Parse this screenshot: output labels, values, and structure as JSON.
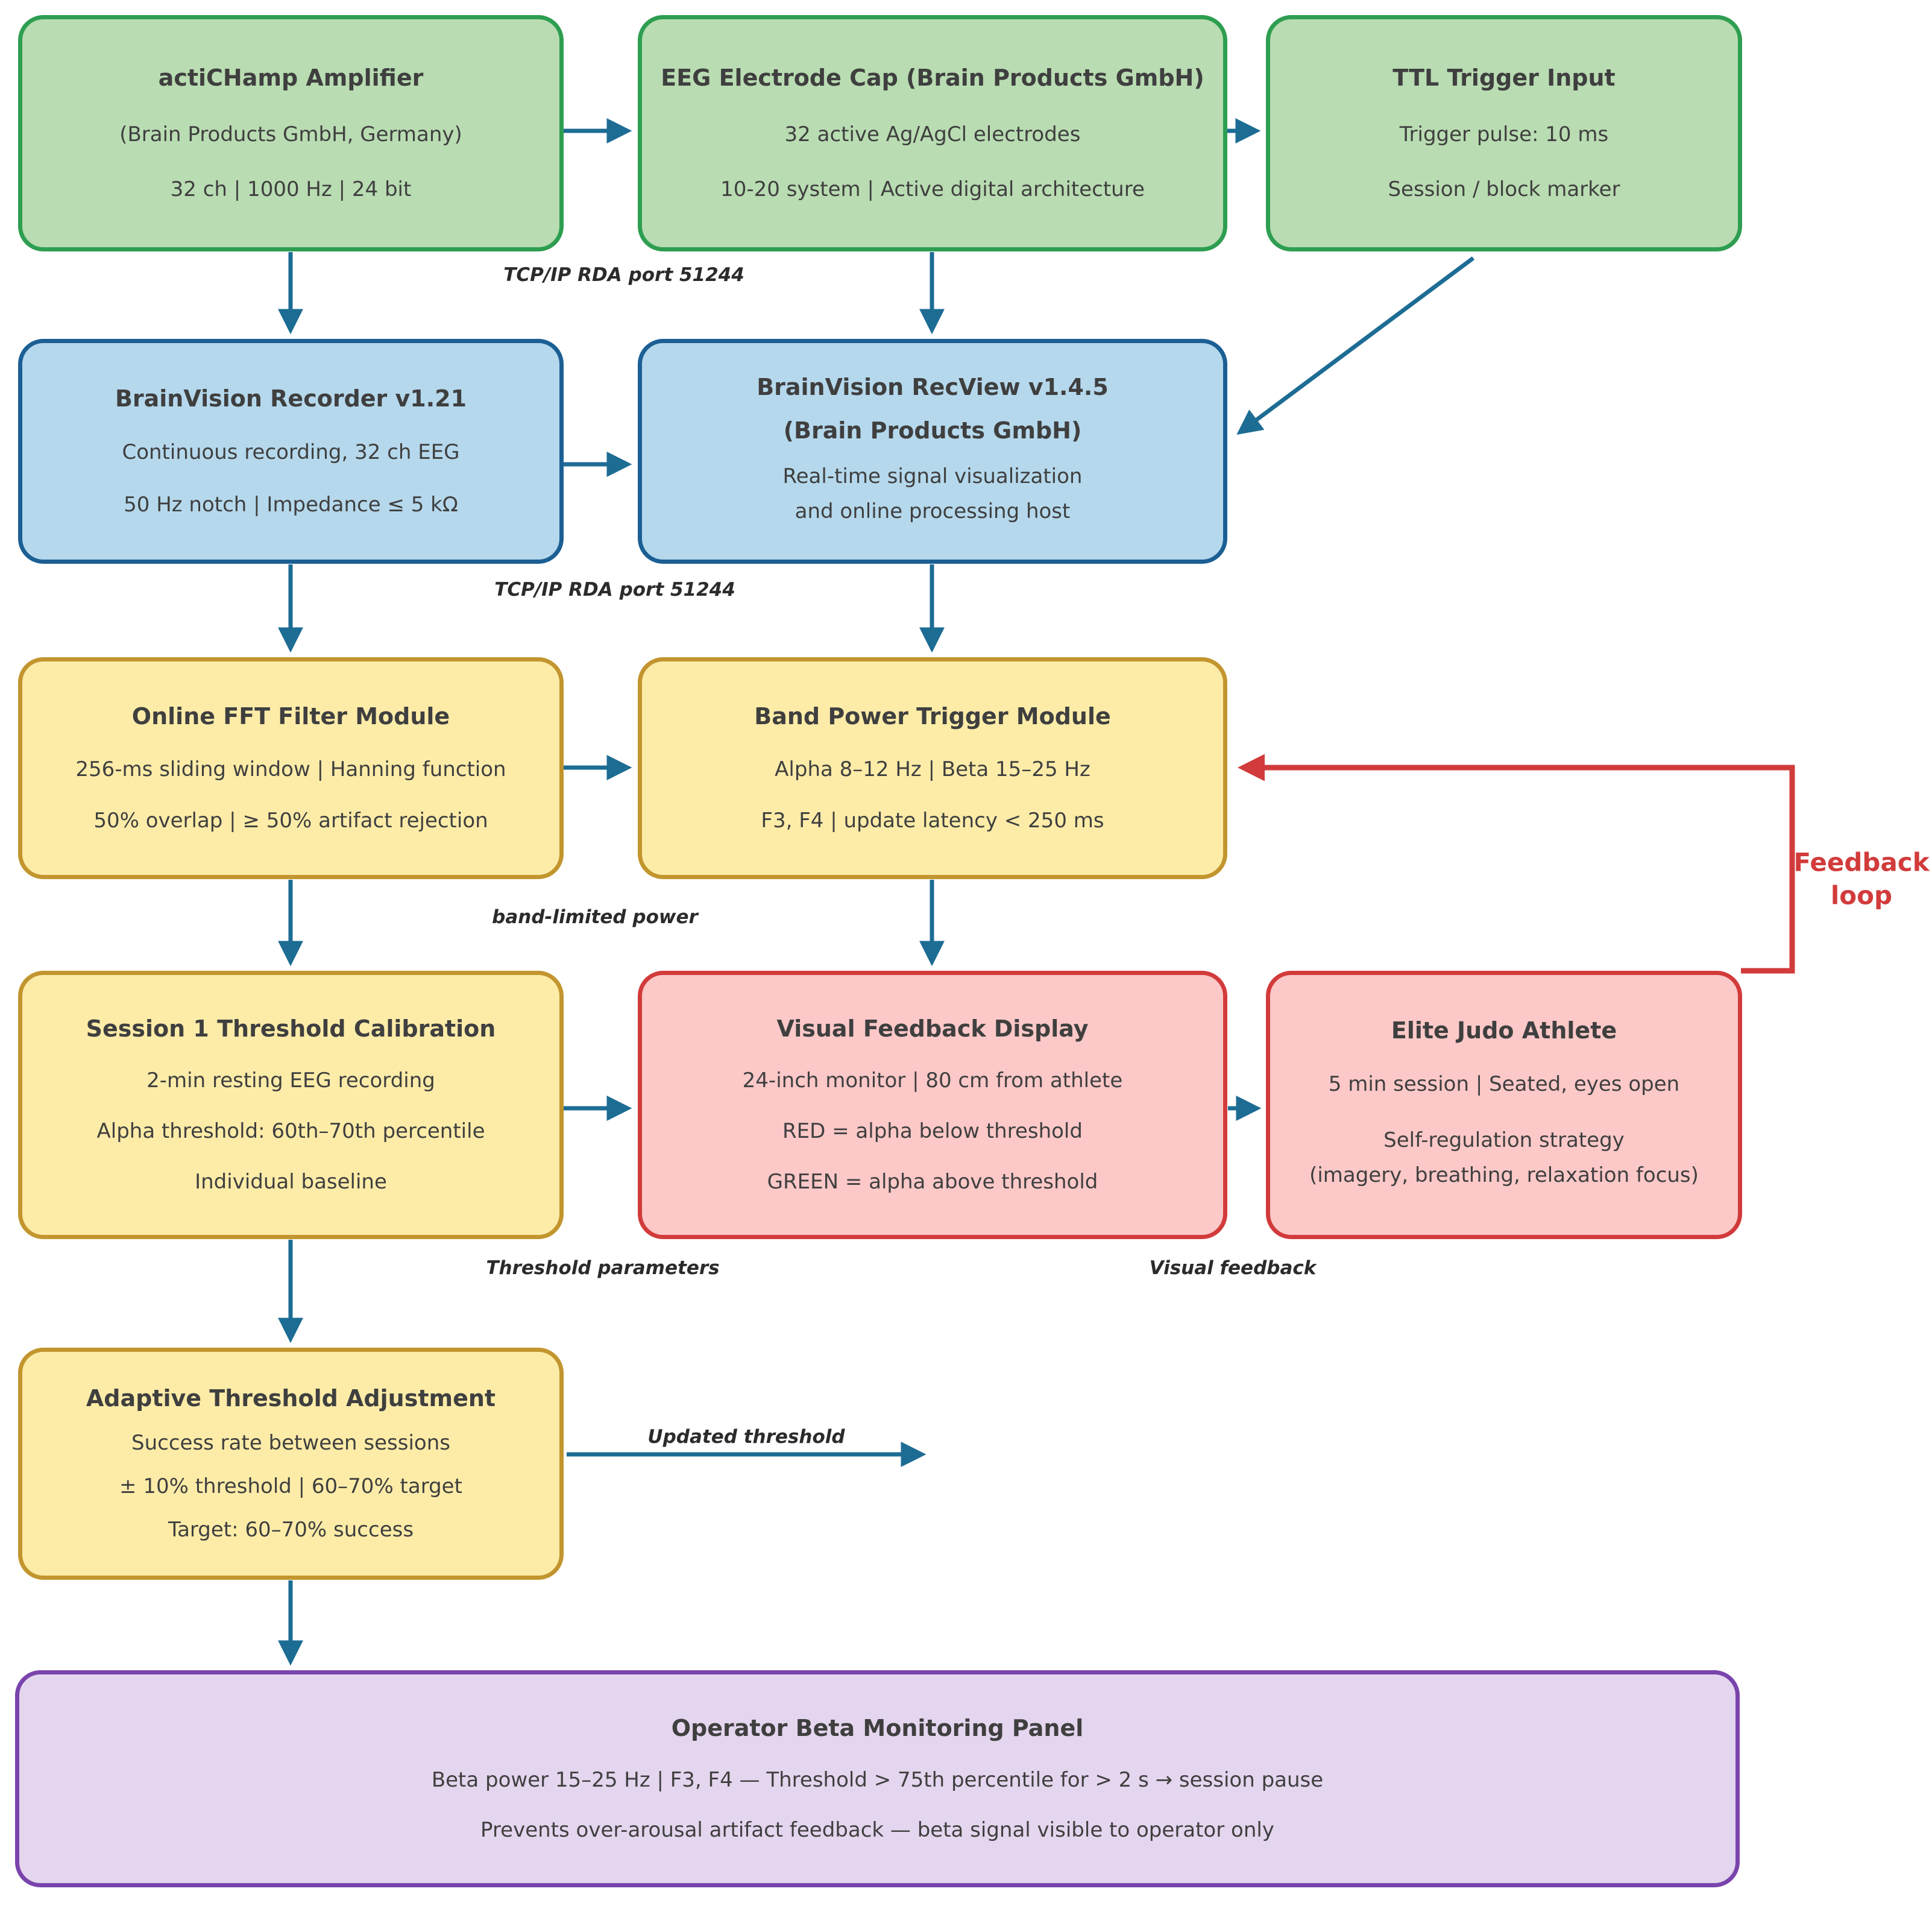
{
  "colors": {
    "green_fill": "#b9dcb2",
    "green_border": "#2e9e50",
    "blue_fill": "#b5d8ec",
    "blue_border": "#1b5f94",
    "yellow_fill": "#fdeca8",
    "yellow_border": "#c2952e",
    "pink_fill": "#fcc8c8",
    "pink_border": "#d23b3b",
    "purple_fill": "#e4d6ee",
    "purple_border": "#7a44ad",
    "arrow_blue": "#1d6c94",
    "arrow_red": "#d23b3b",
    "text": "#3f3f3f",
    "label_text": "#2b2b2b"
  },
  "nodes": {
    "amplifier": {
      "title": "actiCHamp Amplifier",
      "line1": "(Brain Products GmbH, Germany)",
      "line2": "32 ch | 1000 Hz | 24 bit"
    },
    "electrode_cap": {
      "title": "EEG Electrode Cap (Brain Products GmbH)",
      "line1": "32 active Ag/AgCl electrodes",
      "line2": "10-20 system | Active digital architecture"
    },
    "ttl_trigger": {
      "title": "TTL Trigger Input",
      "line1": "Trigger pulse: 10 ms",
      "line2": "Session / block marker"
    },
    "recorder": {
      "title": "BrainVision Recorder v1.21",
      "line1": "Continuous recording, 32 ch EEG",
      "line2": "50 Hz notch | Impedance ≤ 5 kΩ"
    },
    "recview": {
      "title": "BrainVision RecView v1.4.5",
      "subtitle": "(Brain Products GmbH)",
      "line1": "Real-time signal visualization",
      "line2": "and online processing host"
    },
    "fft_filter": {
      "title": "Online FFT Filter Module",
      "line1": "256-ms sliding window | Hanning function",
      "line2": "50% overlap | ≥ 50% artifact rejection"
    },
    "band_power": {
      "title": "Band Power Trigger Module",
      "line1": "Alpha 8–12 Hz | Beta 15–25 Hz",
      "line2": "F3, F4 | update latency < 250 ms"
    },
    "calibration": {
      "title": "Session 1 Threshold Calibration",
      "line1": "2-min resting EEG recording",
      "line2": "Alpha threshold: 60th–70th percentile",
      "line3": "Individual baseline"
    },
    "visual_display": {
      "title": "Visual Feedback Display",
      "line1": "24-inch monitor | 80 cm from athlete",
      "line2": "RED = alpha below threshold",
      "line3": "GREEN = alpha above threshold"
    },
    "athlete": {
      "title": "Elite Judo Athlete",
      "line1": "5 min session | Seated, eyes open",
      "line2": "Self-regulation strategy",
      "line3": "(imagery, breathing, relaxation focus)"
    },
    "adaptive": {
      "title": "Adaptive Threshold Adjustment",
      "line1": "Success rate between sessions",
      "line2": "± 10% threshold | 60–70% target",
      "line3": "Target: 60–70% success"
    },
    "operator_panel": {
      "title": "Operator Beta Monitoring Panel",
      "line1": "Beta power 15–25 Hz | F3, F4 — Threshold > 75th percentile for > 2 s → session pause",
      "line2": "Prevents over-arousal artifact feedback — beta signal visible to operator only"
    }
  },
  "edge_labels": {
    "tcpip_top": "TCP/IP RDA  port 51244",
    "tcpip_mid": "TCP/IP RDA  port 51244",
    "band_limited": "band-limited power",
    "threshold_params": "Threshold parameters",
    "visual_feedback": "Visual feedback",
    "updated_threshold": "Updated threshold",
    "feedback_loop_line1": "Feedback",
    "feedback_loop_line2": "loop"
  }
}
